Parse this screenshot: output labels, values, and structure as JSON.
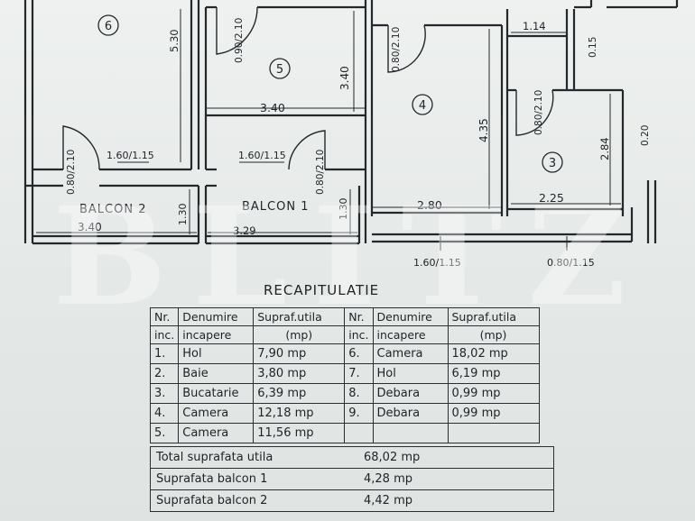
{
  "rooms": {
    "r6": "6",
    "r5": "5",
    "r4": "4",
    "r3": "3",
    "balcon2": "BALCON 2",
    "balcon1": "BALCON 1"
  },
  "dimensions": {
    "d530": "5.30",
    "d090_210": "0.90/2.10",
    "d080_210_top": "0.80/2.10",
    "d114": "1.14",
    "d015": "0.15",
    "d340_r5": "3.40",
    "d340_r5_v": "3.40",
    "d435": "4.35",
    "d080_210_r3": "0.80/2.10",
    "d020": "0.20",
    "d284": "2.84",
    "d080_210_b2": "0.80/2.10",
    "d160_115_a": "1.60/1.15",
    "d160_115_b": "1.60/1.15",
    "d080_210_b1": "0.80/2.10",
    "d130_a": "1.30",
    "d130_b": "1.30",
    "d280": "2.80",
    "d225": "2.25",
    "d340_b2": "3.40",
    "d329": "3.29",
    "d160_115_c": "1.60/1.15",
    "d080_115": "0.80/1.15"
  },
  "watermark": "BLITZ",
  "recap": {
    "title": "RECAPITULATIE",
    "headers": {
      "nr_1": "Nr.",
      "nr_2": "inc.",
      "name_1": "Denumire",
      "name_2": "incapere",
      "area_1": "Supraf.utila",
      "area_2": "(mp)"
    },
    "left_rows": [
      {
        "nr": "1.",
        "name": "Hol",
        "area": "7,90 mp"
      },
      {
        "nr": "2.",
        "name": "Baie",
        "area": "3,80 mp"
      },
      {
        "nr": "3.",
        "name": "Bucatarie",
        "area": "6,39 mp"
      },
      {
        "nr": "4.",
        "name": "Camera",
        "area": "12,18 mp"
      },
      {
        "nr": "5.",
        "name": "Camera",
        "area": "11,56 mp"
      }
    ],
    "right_rows": [
      {
        "nr": "6.",
        "name": "Camera",
        "area": "18,02 mp"
      },
      {
        "nr": "7.",
        "name": "Hol",
        "area": "6,19 mp"
      },
      {
        "nr": "8.",
        "name": "Debara",
        "area": "0,99 mp"
      },
      {
        "nr": "9.",
        "name": "Debara",
        "area": "0,99 mp"
      }
    ],
    "totals": [
      {
        "label": "Total suprafata utila",
        "value": "68,02 mp"
      },
      {
        "label": "Suprafata balcon 1",
        "value": "4,28 mp"
      },
      {
        "label": "Suprafata balcon 2",
        "value": "4,42 mp"
      }
    ]
  }
}
